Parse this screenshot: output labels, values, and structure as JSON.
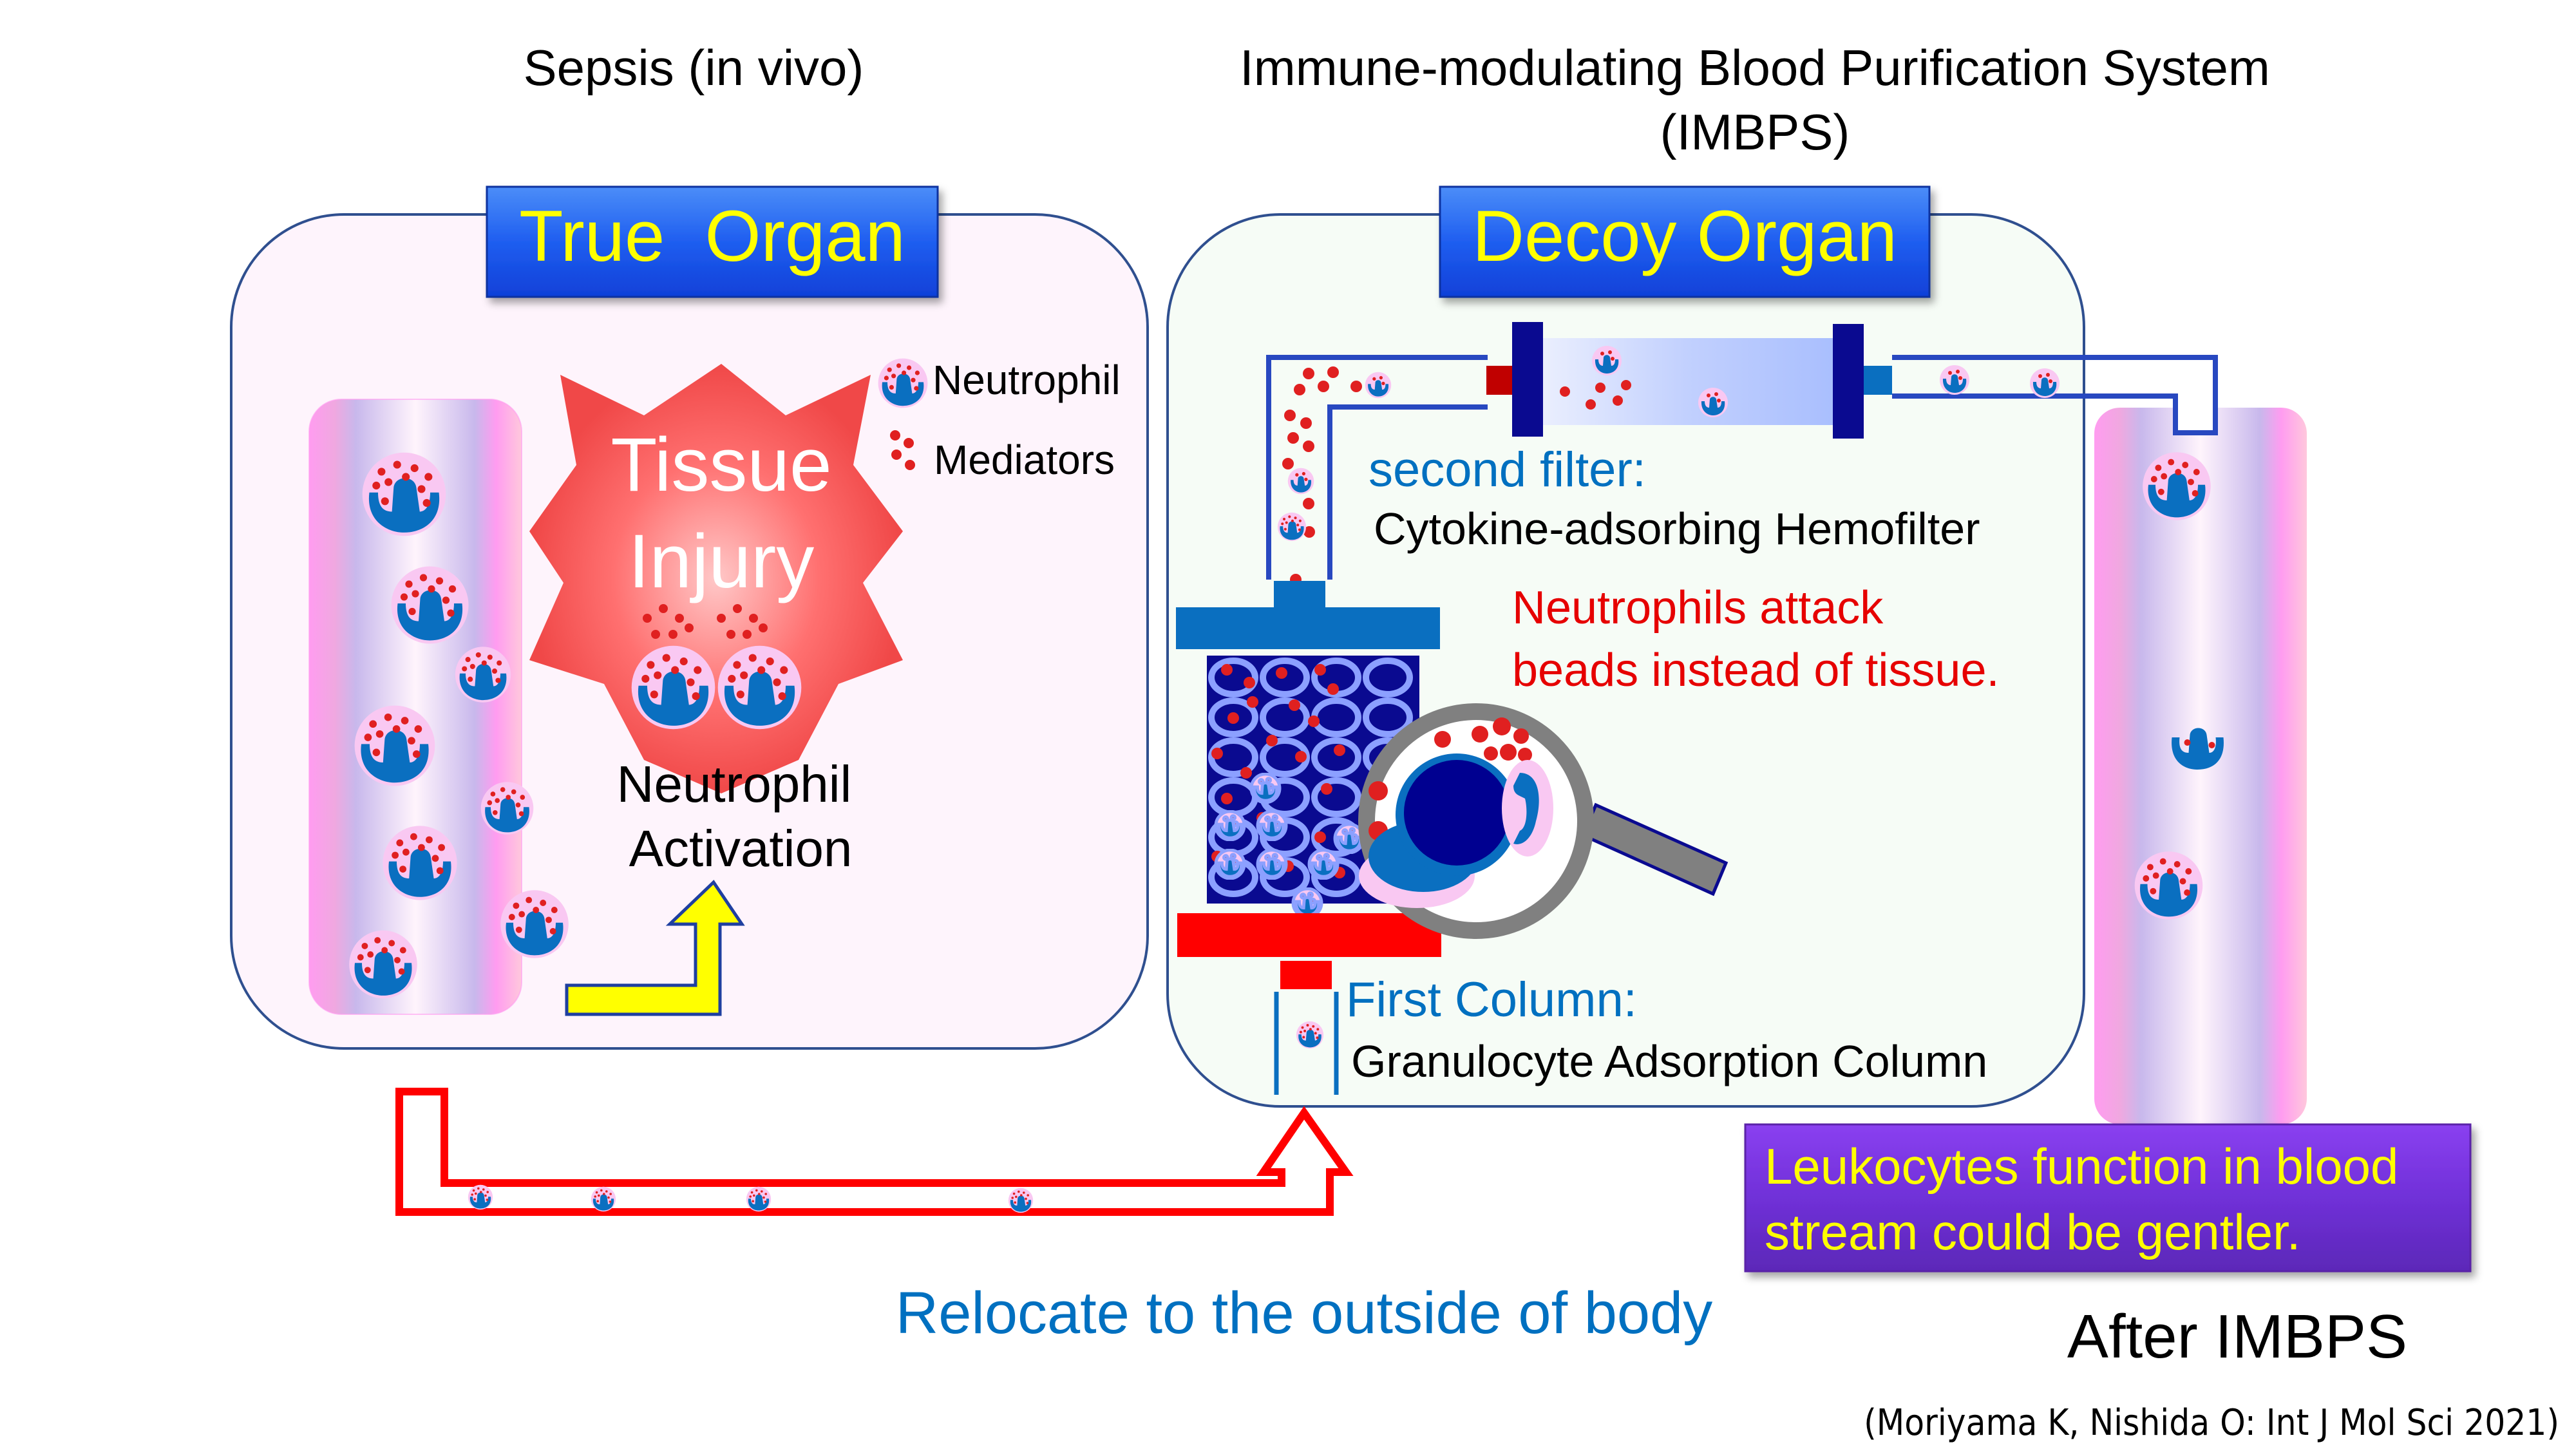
{
  "headers": {
    "left_title": "Sepsis (in vivo)",
    "right_title_line1": "Immune-modulating Blood Purification System",
    "right_title_line2": "(IMBPS)"
  },
  "true_organ": {
    "label": "True  Organ",
    "tissue_line1": "Tissue",
    "tissue_line2": "Injury",
    "activation_line1": "Neutrophil",
    "activation_line2": "Activation"
  },
  "legend": {
    "neutrophil": "Neutrophil",
    "mediators": "Mediators"
  },
  "decoy_organ": {
    "label": "Decoy Organ",
    "second_filter_title": "second filter:",
    "second_filter_desc": "Cytokine-adsorbing Hemofilter",
    "attack_line1": "Neutrophils attack",
    "attack_line2": "beads instead of tissue.",
    "first_column_title": "First Column:",
    "first_column_desc": "Granulocyte Adsorption Column"
  },
  "bottom": {
    "relocate": "Relocate to the outside of body",
    "callout_line1": "Leukocytes function in blood",
    "callout_line2": "stream could be gentler.",
    "after_label": "After IMBPS",
    "citation": "(Moriyama K, Nishida O: Int J Mol Sci 2021)"
  },
  "colors": {
    "label_blue": "#1f4fe0",
    "label_text": "#ffff00",
    "tissue_red": "#f04848",
    "accent_blue": "#0070c0",
    "attack_red": "#e60000",
    "callout_purple": "#7030d0",
    "nucleus_blue": "#0a6fc0",
    "granule_red": "#e02020",
    "cell_pink": "#f9c8f2"
  }
}
